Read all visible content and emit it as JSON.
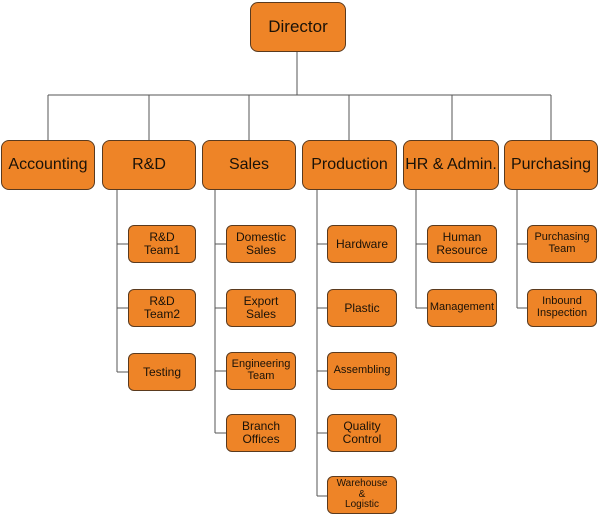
{
  "colors": {
    "box_fill": "#ee8427",
    "box_border": "#5a3a1e",
    "connector": "#555555"
  },
  "director": "Director",
  "departments": [
    {
      "label": "Accounting",
      "units": []
    },
    {
      "label": "R&D",
      "units": [
        "R&D\nTeam1",
        "R&D\nTeam2",
        "Testing"
      ]
    },
    {
      "label": "Sales",
      "units": [
        "Domestic\nSales",
        "Export\nSales",
        "Engineering\nTeam",
        "Branch\nOffices"
      ]
    },
    {
      "label": "Production",
      "units": [
        "Hardware",
        "Plastic",
        "Assembling",
        "Quality\nControl",
        "Warehouse\n&\nLogistic"
      ]
    },
    {
      "label": "HR & Admin.",
      "units": [
        "Human\nResource",
        "Management"
      ]
    },
    {
      "label": "Purchasing",
      "units": [
        "Purchasing\nTeam",
        "Inbound\nInspection"
      ]
    }
  ]
}
